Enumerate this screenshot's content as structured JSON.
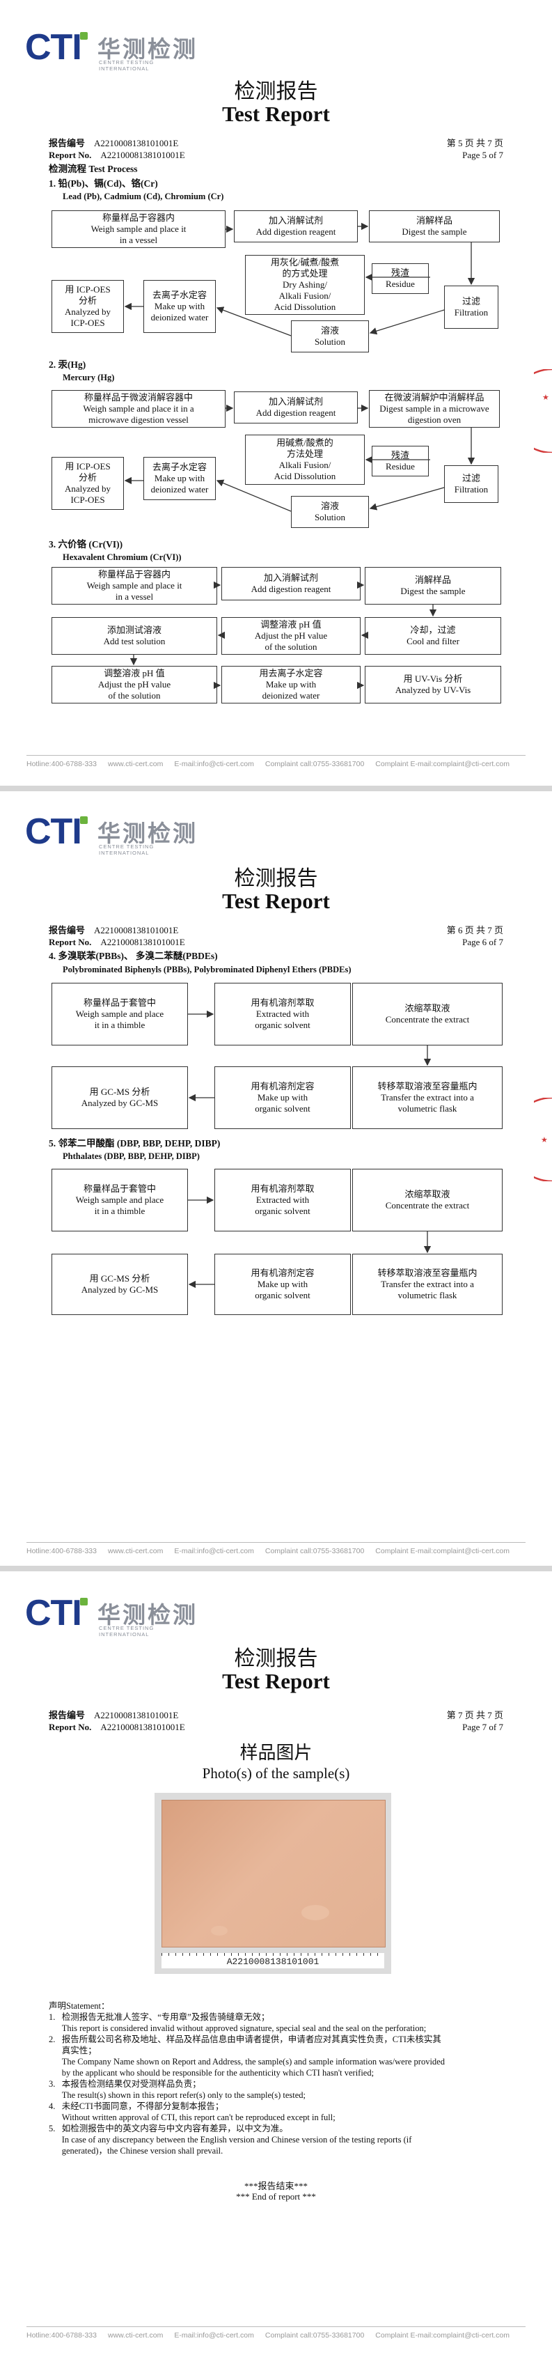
{
  "logo": {
    "brand": "CTI",
    "cn": "华测检测",
    "en": "CENTRE TESTING INTERNATIONAL"
  },
  "title_cn": "检测报告",
  "title_en": "Test Report",
  "report_no_label_cn": "报告编号",
  "report_no_label_en": "Report No.",
  "report_no": "A2210008138101001E",
  "footer": {
    "hotline": "Hotline:400-6788-333",
    "web": "www.cti-cert.com",
    "email": "E-mail:info@cti-cert.com",
    "complaint_call": "Complaint call:0755-33681700",
    "complaint_email": "Complaint E-mail:complaint@cti-cert.com"
  },
  "page5": {
    "page_cn": "第 5 页   共 7 页",
    "page_en": "Page 5 of 7",
    "process_title": "检测流程 Test Process",
    "s1": "1.  铅(Pb)、镉(Cd)、铬(Cr)",
    "s1_en": "Lead (Pb), Cadmium (Cd), Chromium (Cr)",
    "s1_boxes": {
      "weigh": "称量样品于容器内\nWeigh sample and place it\nin a vessel",
      "add": "加入消解试剂\nAdd digestion reagent",
      "digest": "消解样品\nDigest the sample",
      "ash": "用灰化/碱煮/酸煮\n的方式处理\nDry Ashing/\nAlkali Fusion/\nAcid Dissolution",
      "residue": "残渣\nResidue",
      "filtration": "过滤\nFiltration",
      "solution": "溶液\nSolution",
      "icp": "用 ICP-OES\n分析\nAnalyzed by\nICP-OES",
      "water": "去离子水定容\nMake up with\ndeionized water"
    },
    "s2": "2.  汞(Hg)",
    "s2_en": "Mercury (Hg)",
    "s2_boxes": {
      "weigh": "称量样品于微波消解容器中\nWeigh sample and place it in a\nmicrowave digestion vessel",
      "add": "加入消解试剂\nAdd digestion reagent",
      "digest": "在微波消解炉中消解样品\nDigest sample in a microwave\ndigestion oven",
      "alkali": "用碱煮/酸煮的\n方法处理\nAlkali Fusion/\nAcid Dissolution",
      "residue": "残渣\nResidue",
      "filtration": "过滤\nFiltration",
      "solution": "溶液\nSolution",
      "icp": "用 ICP-OES\n分析\nAnalyzed by\nICP-OES",
      "water": "去离子水定容\nMake up with\ndeionized water"
    },
    "s3": "3.  六价铬 (Cr(VI))",
    "s3_en": "Hexavalent Chromium (Cr(VI))",
    "s3_boxes": {
      "weigh": "称量样品于容器内\nWeigh sample and place it\nin a vessel",
      "add": "加入消解试剂\nAdd digestion reagent",
      "digest": "消解样品\nDigest the sample",
      "addtest": "添加测试溶液\nAdd test solution",
      "ph1": "调整溶液 pH 值\nAdjust the pH value\nof the solution",
      "cool": "冷却，过滤\nCool and filter",
      "ph2": "调整溶液 pH 值\nAdjust the pH value\nof the solution",
      "water": "用去离子水定容\nMake up with\ndeionized water",
      "uv": "用 UV-Vis 分析\nAnalyzed by UV-Vis"
    }
  },
  "page6": {
    "page_cn": "第 6 页   共 7 页",
    "page_en": "Page 6 of 7",
    "s4": "4.  多溴联苯(PBBs)、  多溴二苯醚(PBDEs)",
    "s4_en": "Polybrominated Biphenyls (PBBs), Polybrominated Diphenyl Ethers (PBDEs)",
    "s4_boxes": {
      "weigh": "称量样品于套管中\nWeigh sample and place\nit in a thimble",
      "extract": "用有机溶剂萃取\nExtracted with\norganic solvent",
      "conc": "浓缩萃取液\nConcentrate the extract",
      "gcms": "用 GC-MS 分析\nAnalyzed by GC-MS",
      "makeup": "用有机溶剂定容\nMake up with\norganic solvent",
      "transfer": "转移萃取溶液至容量瓶内\nTransfer the extract into a\nvolumetric flask"
    },
    "s5": "5.  邻苯二甲酸酯 (DBP, BBP, DEHP, DIBP)",
    "s5_en": "Phthalates (DBP, BBP, DEHP, DIBP)",
    "s5_boxes": {
      "weigh": "称量样品于套管中\nWeigh sample and place\nit in a thimble",
      "extract": "用有机溶剂萃取\nExtracted with\norganic solvent",
      "conc": "浓缩萃取液\nConcentrate the extract",
      "gcms": "用 GC-MS 分析\nAnalyzed by GC-MS",
      "makeup": "用有机溶剂定容\nMake up with\norganic solvent",
      "transfer": "转移萃取溶液至容量瓶内\nTransfer the extract into a\nvolumetric flask"
    }
  },
  "page7": {
    "page_cn": "第 7 页   共 7 页",
    "page_en": "Page 7 of 7",
    "photo_title_cn": "样品图片",
    "photo_title_en": "Photo(s) of the sample(s)",
    "photo_label": "A2210008138101001",
    "statement": "声明Statement：\n1.   检测报告无批准人签字、“专用章”及报告骑缝章无效；\n      This report is considered invalid without approved signature, special seal and the seal on the perforation;\n2.   报告所载公司名称及地址、样品及样品信息由申请者提供，申请者应对其真实性负责，CTI未核实其\n      真实性；\n      The Company Name shown on Report and Address, the sample(s) and sample information was/were provided\n      by the applicant who should be responsible for the authenticity which CTI hasn't verified;\n3.   本报告检测结果仅对受测样品负责；\n      The result(s) shown in this report refer(s) only to the sample(s) tested;\n4.   未经CTI书面同意，不得部分复制本报告；\n      Without written approval of CTI, this report can't be reproduced except in full;\n5.   如检测报告中的英文内容与中文内容有差异，以中文为准。\n      In case of any discrepancy between the English version and Chinese version of the testing reports (if\n      generated)，the Chinese version shall prevail.",
    "end_cn": "***报告结束***",
    "end_en": "*** End of report ***"
  },
  "colors": {
    "brand_blue": "#1e3a8a",
    "brand_green": "#6bb33d",
    "stamp_red": "#d33b3b"
  }
}
